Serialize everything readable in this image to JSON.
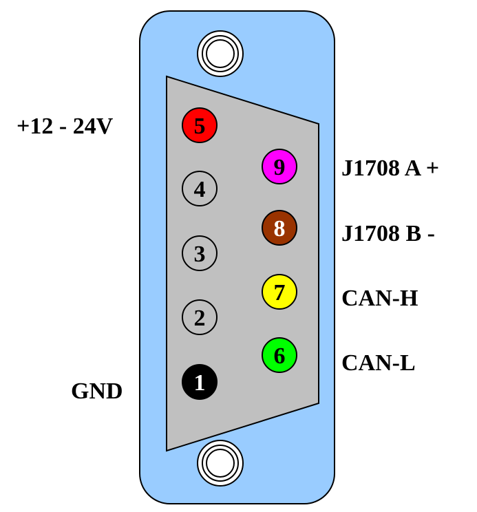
{
  "colors": {
    "shell": "#99ccff",
    "face": "#c0c0c0",
    "outline": "#000000"
  },
  "pins": [
    {
      "id": "1",
      "label": "1",
      "fill": "#000000",
      "text_color": "#ffffff"
    },
    {
      "id": "2",
      "label": "2",
      "fill": "#c0c0c0",
      "text_color": "#000000"
    },
    {
      "id": "3",
      "label": "3",
      "fill": "#c0c0c0",
      "text_color": "#000000"
    },
    {
      "id": "4",
      "label": "4",
      "fill": "#c0c0c0",
      "text_color": "#000000"
    },
    {
      "id": "5",
      "label": "5",
      "fill": "#ff0000",
      "text_color": "#000000"
    },
    {
      "id": "6",
      "label": "6",
      "fill": "#00ff00",
      "text_color": "#000000"
    },
    {
      "id": "7",
      "label": "7",
      "fill": "#ffff00",
      "text_color": "#000000"
    },
    {
      "id": "8",
      "label": "8",
      "fill": "#993300",
      "text_color": "#ffffff"
    },
    {
      "id": "9",
      "label": "9",
      "fill": "#ff00ff",
      "text_color": "#000000"
    }
  ],
  "signals": {
    "pin5": "+12 - 24V",
    "pin1": "GND",
    "pin9": "J1708 A +",
    "pin8": "J1708 B -",
    "pin7": "CAN-H",
    "pin6": "CAN-L"
  }
}
